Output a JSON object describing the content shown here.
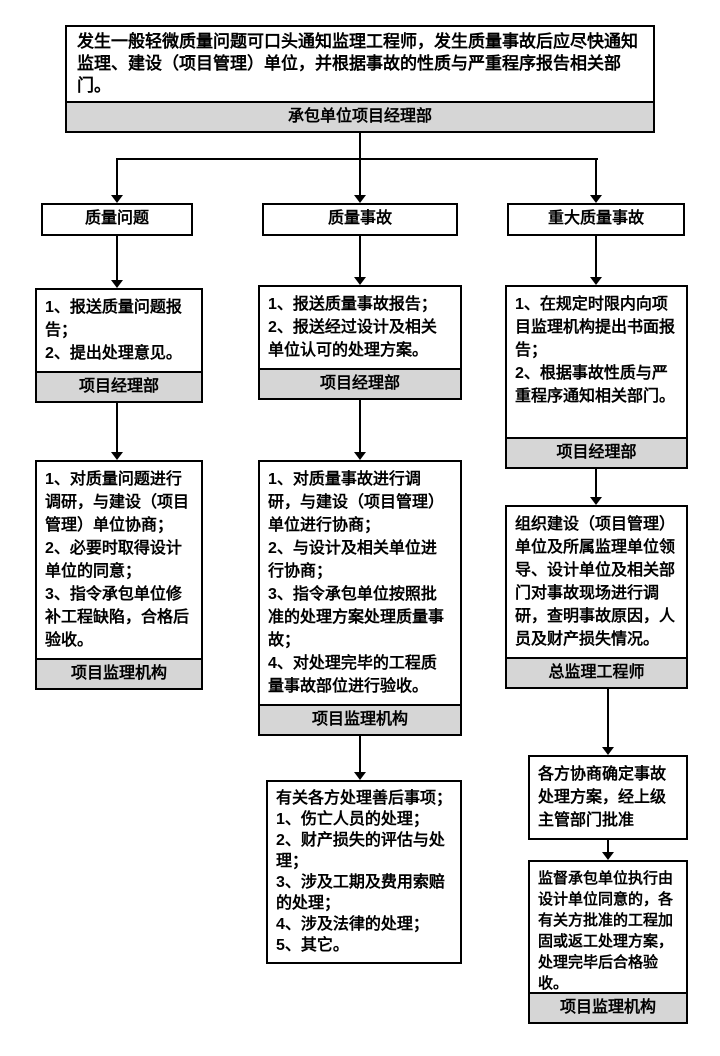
{
  "colors": {
    "line": "#000000",
    "label_bg": "#d6d6d6",
    "box_bg": "#ffffff"
  },
  "top": {
    "text": "发生一般轻微质量问题可口头通知监理工程师，发生质量事故后应尽快通知监理、建设（项目管理）单位，并根据事故的性质与严重程序报告相关部门。",
    "label": "承包单位项目经理部"
  },
  "left": {
    "header": "质量问题",
    "report": {
      "text": "1、报送质量问题报告；\n2、提出处理意见。",
      "label": "项目经理部"
    },
    "handle": {
      "text": "1、对质量问题进行调研，与建设（项目管理）单位协商；\n2、必要时取得设计单位的同意；\n3、指令承包单位修补工程缺陷，合格后验收。",
      "label": "项目监理机构"
    }
  },
  "middle": {
    "header": "质量事故",
    "report": {
      "text": "1、报送质量事故报告；\n2、报送经过设计及相关单位认可的处理方案。",
      "label": "项目经理部"
    },
    "handle": {
      "text": "1、对质量事故进行调研，与建设（项目管理）单位进行协商；\n2、与设计及相关单位进行协商；\n3、指令承包单位按照批准的处理方案处理质量事故；\n4、对处理完毕的工程质量事故部位进行验收。",
      "label": "项目监理机构"
    },
    "aftermath": {
      "text": "有关各方处理善后事项；\n1、伤亡人员的处理；\n2、财产损失的评估与处理；\n3、涉及工期及费用索赔的处理；\n4、涉及法律的处理；\n5、其它。"
    }
  },
  "right": {
    "header": "重大质量事故",
    "report": {
      "text": "1、在规定时限内向项目监理机构提出书面报告；\n2、根据事故性质与严重程序通知相关部门。",
      "label": "项目经理部"
    },
    "investigate": {
      "text": "组织建设（项目管理）单位及所属监理单位领导、设计单位及相关部门对事故现场进行调研，查明事故原因，人员及财产损失情况。",
      "label": "总监理工程师"
    },
    "plan": {
      "text": "各方协商确定事故处理方案，经上级主管部门批准"
    },
    "supervise": {
      "text": "监督承包单位执行由设计单位同意的，各有关方批准的工程加固或返工处理方案，处理完毕后合格验收。",
      "label": "项目监理机构"
    }
  }
}
